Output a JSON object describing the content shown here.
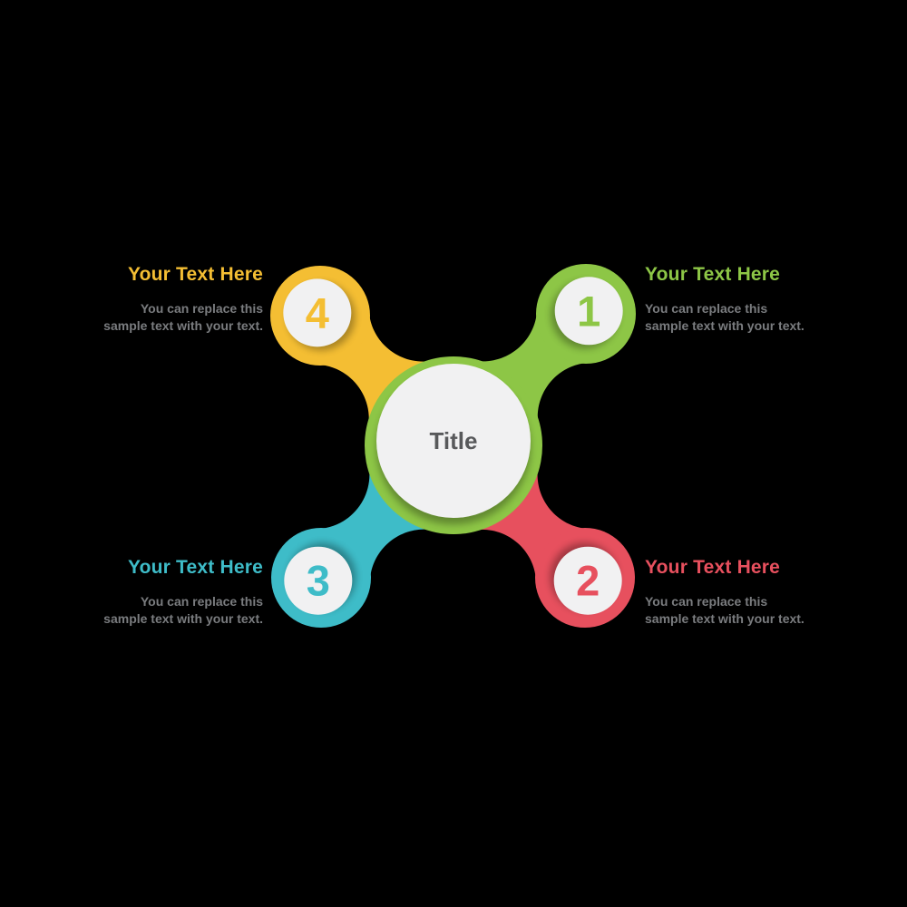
{
  "background_color": "#000000",
  "body_text_color": "#7A7C7F",
  "hub": {
    "title": "Title",
    "ring_color": "#8DC646",
    "face_color": "#F1F1F2",
    "title_color": "#58595B"
  },
  "items": [
    {
      "number": "1",
      "position": "top-right",
      "color": "#8DC646",
      "heading": "Your Text Here",
      "body_line1": "You can replace this",
      "body_line2": "sample text with your text."
    },
    {
      "number": "2",
      "position": "bottom-right",
      "color": "#E7505E",
      "heading": "Your Text Here",
      "body_line1": "You can replace this",
      "body_line2": "sample text with your text."
    },
    {
      "number": "3",
      "position": "bottom-left",
      "color": "#3EBCC8",
      "heading": "Your Text Here",
      "body_line1": "You can replace this",
      "body_line2": "sample text with your text."
    },
    {
      "number": "4",
      "position": "top-left",
      "color": "#F4BE33",
      "heading": "Your Text Here",
      "body_line1": "You can replace this",
      "body_line2": "sample text with your text."
    }
  ]
}
